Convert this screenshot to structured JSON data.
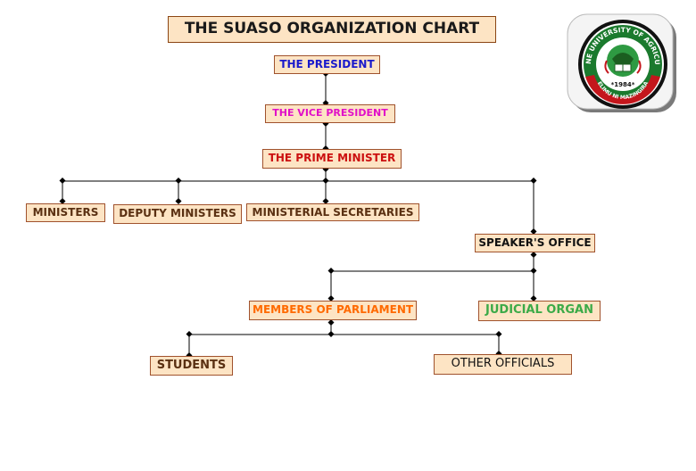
{
  "title": "THE SUASO ORGANIZATION CHART",
  "nodes": {
    "president": {
      "label": "THE PRESIDENT",
      "color": "#1a1acc"
    },
    "vice_president": {
      "label": "THE VICE PRESIDENT",
      "color": "#e010c8"
    },
    "prime_minister": {
      "label": "THE PRIME MINISTER",
      "color": "#cc1010"
    },
    "ministers": {
      "label": "MINISTERS",
      "color": "#5a3012"
    },
    "deputy_ministers": {
      "label": "DEPUTY MINISTERS",
      "color": "#5a3012"
    },
    "ministerial_secretaries": {
      "label": "MINISTERIAL SECRETARIES",
      "color": "#5a3012"
    },
    "speakers_office": {
      "label": "SPEAKER'S OFFICE",
      "color": "#111111"
    },
    "members_of_parliament": {
      "label": "MEMBERS OF PARLIAMENT",
      "color": "#ff6a00"
    },
    "judicial_organ": {
      "label": "JUDICIAL ORGAN",
      "color": "#3caa48"
    },
    "students": {
      "label": "STUDENTS",
      "color": "#5a3012"
    },
    "other_officials": {
      "label": "OTHER OFFICIALS",
      "color": "#111111"
    }
  },
  "logo": {
    "ring_text": "SOKOINE UNIVERSITY OF AGRICULTURE",
    "year": "*1984*",
    "motto": "ELIMU NI MAZINGIRA",
    "icon": "university-seal-icon"
  }
}
